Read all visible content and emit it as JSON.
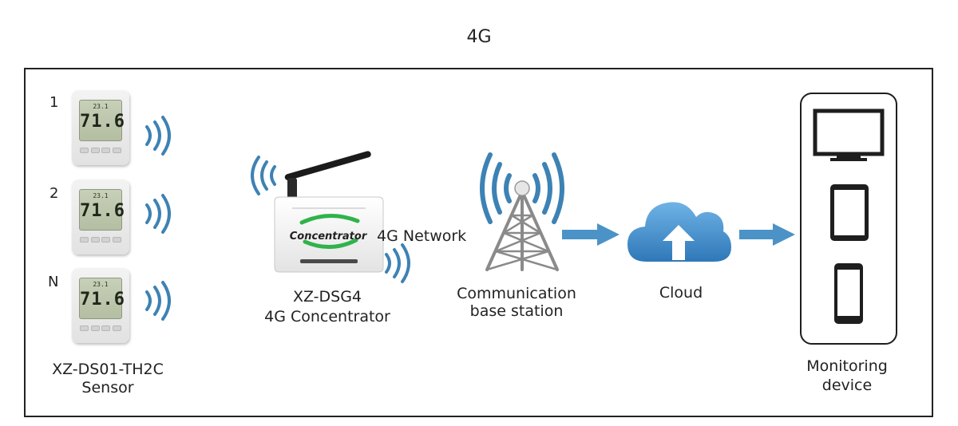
{
  "title": "4G",
  "sensors": {
    "labels": [
      "1",
      "2",
      "N"
    ],
    "display_small": "23.1",
    "display_big": "71.6",
    "name_line1": "XZ-DS01-TH2C",
    "name_line2": "Sensor"
  },
  "concentrator": {
    "brand": "Concentrator",
    "name_line1": "XZ-DSG4",
    "name_line2": "4G Concentrator"
  },
  "network_label": "4G Network",
  "base_station": {
    "line1": "Communication",
    "line2": "base station"
  },
  "cloud": {
    "label": "Cloud"
  },
  "monitoring": {
    "line1": "Monitoring",
    "line2": "device"
  },
  "colors": {
    "wave_blue": "#3d82b4",
    "arrow_blue": "#4b93c6",
    "cloud_blue": "#4a90c8",
    "device_dark": "#1e1e1e"
  }
}
